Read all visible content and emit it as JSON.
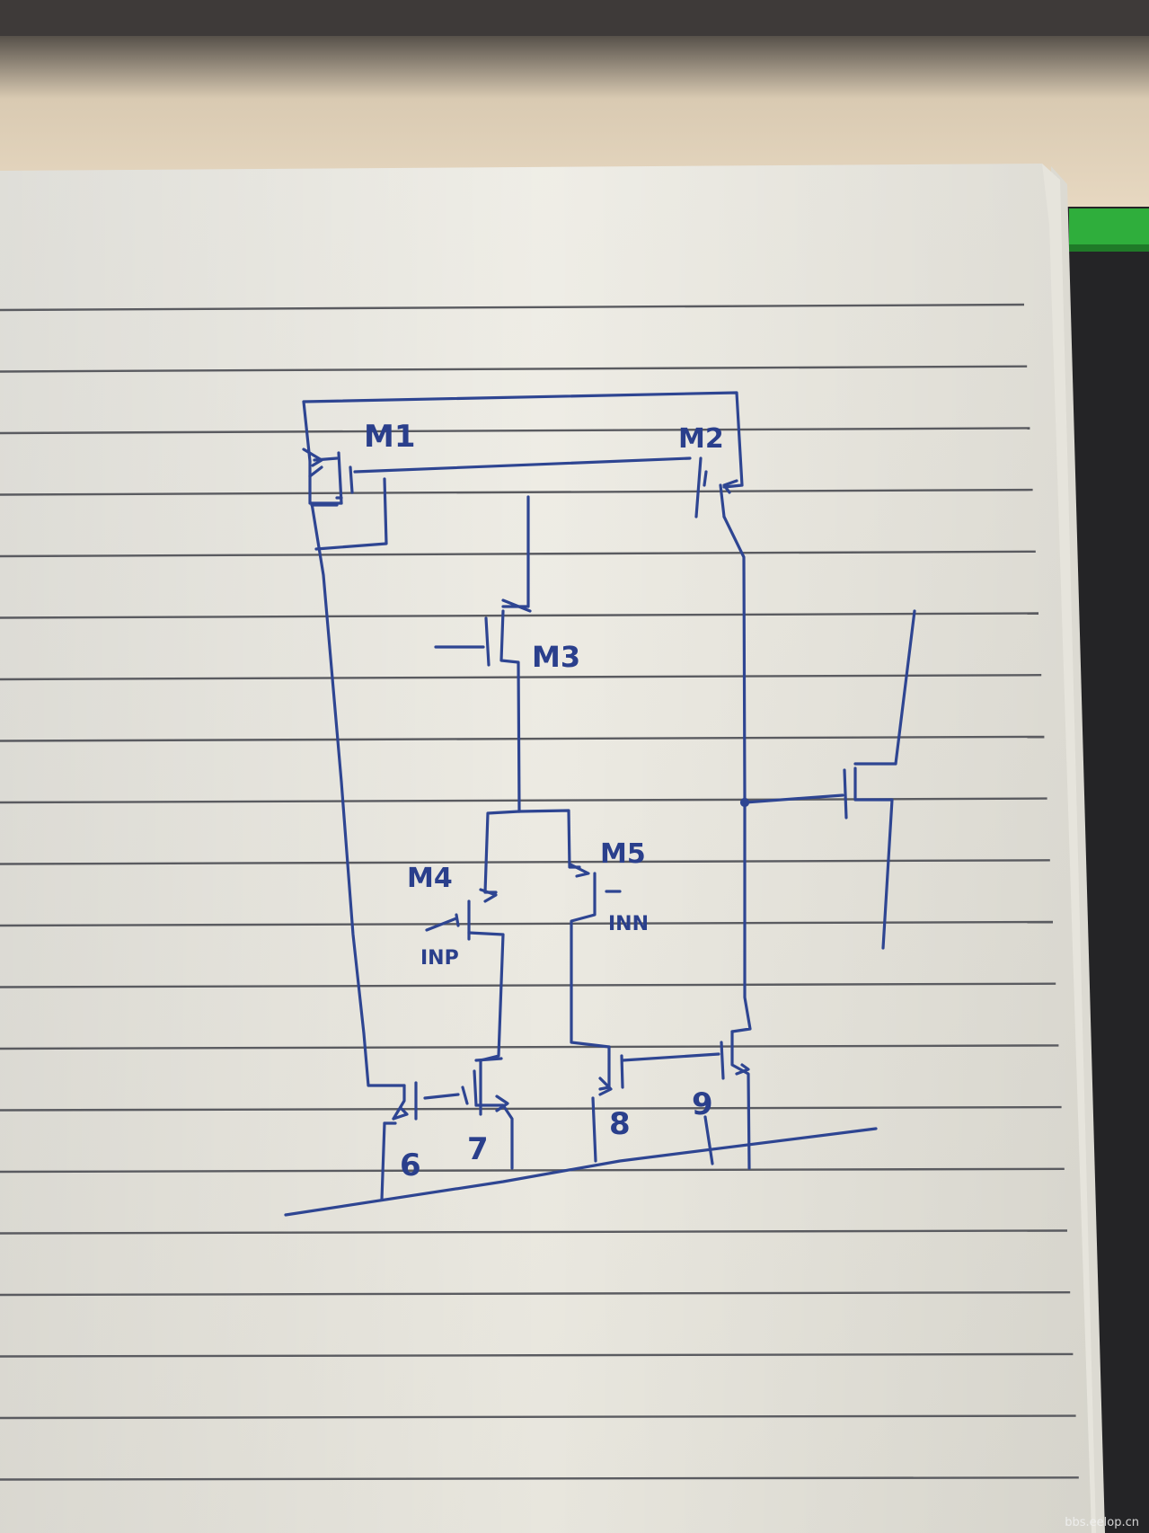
{
  "colors": {
    "ink": "#2e4592",
    "paper": "#efeee7",
    "rule_line": "#55565a",
    "desk": "#e6d6bd",
    "mat_green": "#2fae3c",
    "mat_black": "#232325"
  },
  "diagram": {
    "labels": {
      "m1": "M1",
      "m2": "M2",
      "m3": "M3",
      "m4": "M4",
      "m5": "M5",
      "inp": "INP",
      "inn": "INN",
      "n6": "6",
      "n7": "7",
      "n8": "8",
      "n9": "9"
    }
  },
  "watermark": "bbs.eelop.cn"
}
